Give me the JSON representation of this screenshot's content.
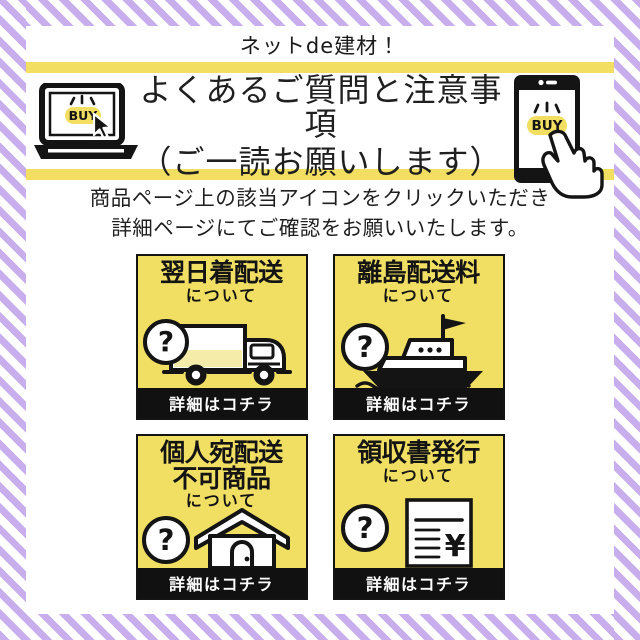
{
  "banner": {
    "site_title": "ネットde建材！",
    "heading_line1": "よくあるご質問と注意事項",
    "heading_line2": "（ご一読お願いします）",
    "instruction_line1": "商品ページ上の該当アイコンをクリックいただき",
    "instruction_line2": "詳細ページにてご確認をお願いいたします。",
    "device_button_label": "BUY"
  },
  "colors": {
    "stripe_purple": "#c9aeee",
    "accent_yellow": "#f0df62",
    "rule_yellow": "#f2df61",
    "ink": "#141414",
    "paper": "#ffffff"
  },
  "cards": [
    {
      "title_line1": "翌日着配送",
      "title_line2": "",
      "subtitle": "について",
      "icon": "delivery-truck-icon",
      "footer_label": "詳細はコチラ"
    },
    {
      "title_line1": "離島配送料",
      "title_line2": "",
      "subtitle": "について",
      "icon": "ferry-ship-icon",
      "footer_label": "詳細はコチラ"
    },
    {
      "title_line1": "個人宛配送",
      "title_line2": "不可商品",
      "subtitle": "について",
      "icon": "house-icon",
      "footer_label": "詳細はコチラ"
    },
    {
      "title_line1": "領収書発行",
      "title_line2": "",
      "subtitle": "について",
      "icon": "receipt-yen-icon",
      "footer_label": "詳細はコチラ"
    }
  ]
}
